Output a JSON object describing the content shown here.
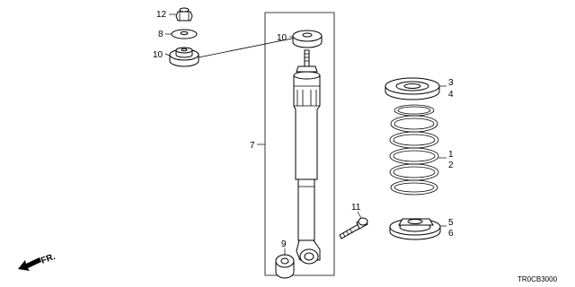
{
  "diagram": {
    "code": "TR0CB3000",
    "direction_label": "FR.",
    "callouts": {
      "nut": "12",
      "washer": "8",
      "bushing_upper_left": "10",
      "bushing_upper_inner": "10",
      "shock_absorber": "7",
      "rubber_bushing": "9",
      "bolt": "11",
      "upper_seat_a": "3",
      "upper_seat_b": "4",
      "spring_a": "1",
      "spring_b": "2",
      "lower_seat_a": "5",
      "lower_seat_b": "6"
    }
  }
}
